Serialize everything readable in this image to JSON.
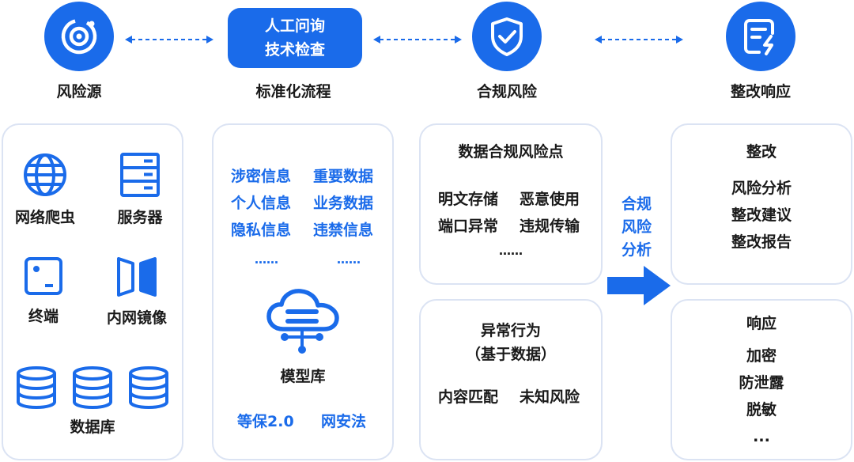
{
  "top": {
    "source_label": "风险源",
    "process_pill_line1": "人工问询",
    "process_pill_line2": "技术检查",
    "process_label": "标准化流程",
    "compliance_label": "合规风险",
    "response_label": "整改响应"
  },
  "sources": {
    "crawler": "网络爬虫",
    "server": "服务器",
    "terminal": "终端",
    "mirror": "内网镜像",
    "database": "数据库"
  },
  "process": {
    "info_col1": [
      "涉密信息",
      "个人信息",
      "隐私信息",
      "……"
    ],
    "info_col2": [
      "重要数据",
      "业务数据",
      "违禁信息",
      "……"
    ],
    "model_label": "模型库",
    "std1": "等保2.0",
    "std2": "网安法"
  },
  "compliance": {
    "points_title": "数据合规风险点",
    "points_col1": [
      "明文存储",
      "端口异常"
    ],
    "points_col2": [
      "恶意使用",
      "违规传输"
    ],
    "points_more": "……",
    "anomaly_title1": "异常行为",
    "anomaly_title2": "（基于数据）",
    "anomaly_col1": "内容匹配",
    "anomaly_col2": "未知风险"
  },
  "analysis_arrow": {
    "line1": "合规",
    "line2": "风险",
    "line3": "分析"
  },
  "response": {
    "rectify_title": "整改",
    "rectify_items": [
      "风险分析",
      "整改建议",
      "整改报告"
    ],
    "respond_title": "响应",
    "respond_items": [
      "加密",
      "防泄露",
      "脱敏",
      "..."
    ]
  },
  "colors": {
    "accent": "#1a6bea",
    "panel_border": "#dbe3f3"
  }
}
